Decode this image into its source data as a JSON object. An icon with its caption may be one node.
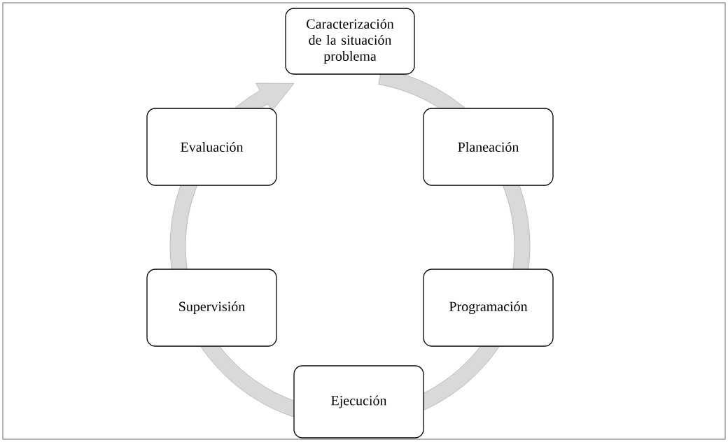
{
  "diagram": {
    "nodes": [
      {
        "text": [
          "Caracterización de la situación problema"
        ]
      },
      {
        "text": [
          "Planeación"
        ]
      },
      {
        "text": [
          "Programación"
        ]
      },
      {
        "text": [
          "Ejecución"
        ]
      },
      {
        "text": [
          "Supervisión"
        ]
      },
      {
        "text": [
          "Evaluación"
        ]
      }
    ]
  }
}
